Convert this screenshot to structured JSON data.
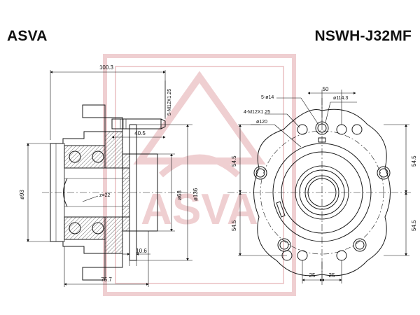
{
  "header": {
    "brand": "ASVA",
    "part_number": "NSWH-J32MF"
  },
  "watermark": {
    "text": "ASVA",
    "color": "#e3a8ad"
  },
  "colors": {
    "line": "#1a1a1a",
    "hatch": "#333333"
  },
  "side_view": {
    "dim_overall_length": "100.3",
    "dim_bolt_thread": "5-M12X1.25",
    "dim_stud_length": "40.5",
    "dim_outer_dia": "ø93",
    "dim_pilot_dia": "ø68",
    "dim_flange_dia": "ø136",
    "dim_flange_thickness": "10.6",
    "dim_body_length": "75.7",
    "dim_spline": "z=22"
  },
  "front_view": {
    "dim_stud_holes": "5-ø14",
    "dim_pcd": "ø114.3",
    "dim_offset_top": "50",
    "dim_mount_thread": "4-M12X1.25",
    "dim_center_dia": "ø120",
    "dim_half_height_upper_left": "54.5",
    "dim_half_height_lower_left": "54.5",
    "dim_half_height_upper_right": "54.5",
    "dim_half_height_lower_right": "54.5",
    "dim_half_width_left": "25",
    "dim_half_width_right": "25"
  }
}
